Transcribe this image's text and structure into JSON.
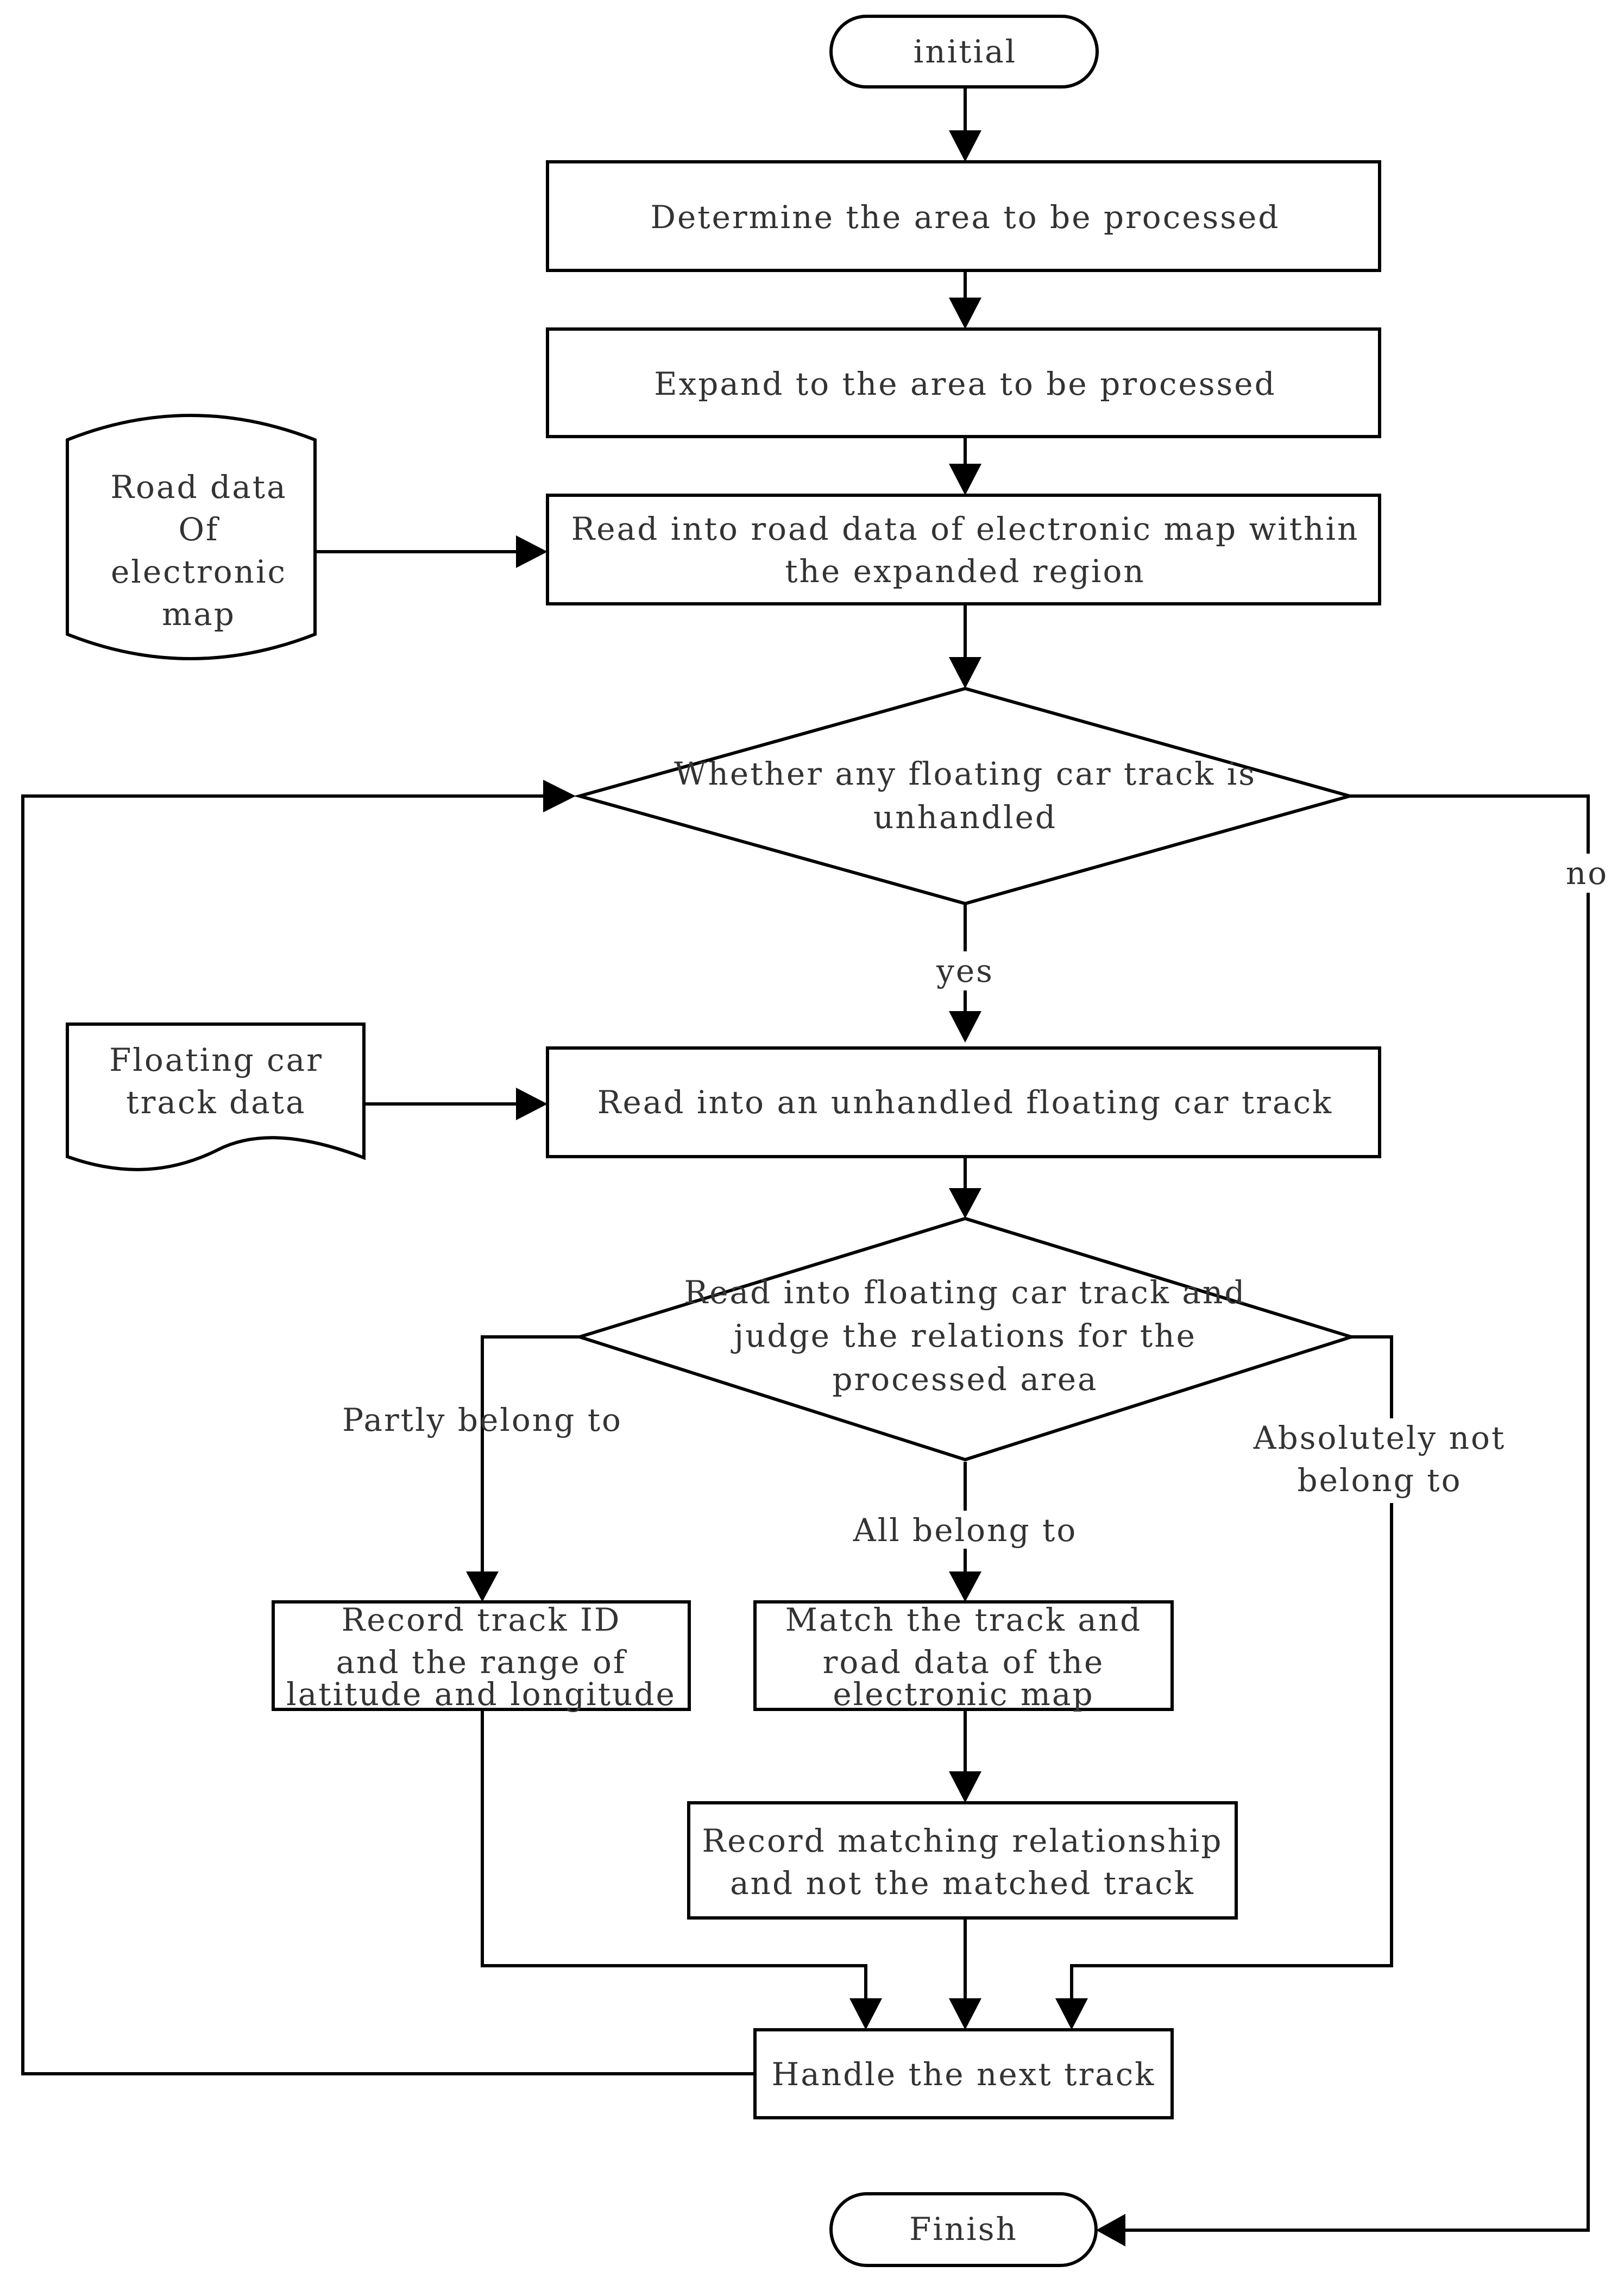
{
  "nodes": {
    "initial": "initial",
    "determine": "Determine the area to be processed",
    "expand": "Expand to the area to be processed",
    "road_data_store": [
      "Road data",
      "Of",
      "electronic",
      "map"
    ],
    "read_road": [
      "Read into road data of electronic map within",
      "the expanded region"
    ],
    "decision_unhandled": [
      "Whether any floating car track is",
      "unhandled"
    ],
    "floating_car_data": [
      "Floating car",
      "track data"
    ],
    "read_track": "Read into an unhandled floating car track",
    "decision_relation": [
      "Read into floating car track and",
      "judge the relations for the",
      "processed area"
    ],
    "record_partial": [
      "Record track ID",
      "and the range of",
      "latitude and longitude"
    ],
    "match": [
      "Match the track and",
      "road data of the",
      "electronic map"
    ],
    "record_matching": [
      "Record matching relationship",
      "and not the matched track"
    ],
    "next": "Handle the next track",
    "finish": "Finish"
  },
  "edge_labels": {
    "yes": "yes",
    "no": "no",
    "partly": "Partly belong to",
    "all": "All belong to",
    "absolutely_not": [
      "Absolutely not",
      "belong to"
    ]
  }
}
